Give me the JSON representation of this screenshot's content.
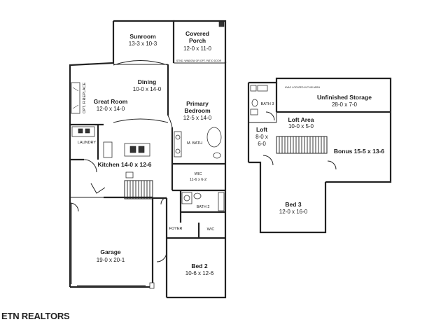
{
  "first_floor": {
    "sunroom": {
      "name": "Sunroom",
      "dims": "13-3 x 10-3"
    },
    "covered_porch": {
      "name": "Covered",
      "name2": "Porch",
      "dims": "12-0 x 11-0",
      "note": "STND. WINDOW OR OPT. PATIO DOOR"
    },
    "dining": {
      "name": "Dining",
      "dims": "10-0 x 14-0"
    },
    "great_room": {
      "name": "Great Room",
      "dims": "12-0 x 14-0",
      "fireplace": "OPT. FIREPLACE"
    },
    "primary_bedroom": {
      "name": "Primary",
      "name2": "Bedroom",
      "dims": "12-5 x 14-0"
    },
    "m_bath": {
      "name": "M. BATH"
    },
    "laundry": {
      "name": "LAUNDRY"
    },
    "kitchen": {
      "name": "Kitchen 14-0 x 12-6"
    },
    "wic_main": {
      "name": "WIC",
      "dims": "11-6 x 6-2"
    },
    "bath2": {
      "name": "BATH 2"
    },
    "foyer": {
      "name": "FOYER"
    },
    "wic_small": {
      "name": "WIC"
    },
    "garage": {
      "name": "Garage",
      "dims": "19-0 x 20-1"
    },
    "bed2": {
      "name": "Bed 2",
      "dims": "10-6 x 12-6"
    }
  },
  "second_floor": {
    "unfinished_storage": {
      "name": "Unfinished Storage",
      "dims": "28-0 x 7-0",
      "note": "HVAC LOCATED IN THIS AREA"
    },
    "bath3": {
      "name": "BATH 3"
    },
    "loft_area": {
      "name": "Loft Area",
      "dims": "10-0 x 5-0"
    },
    "loft": {
      "name": "Loft",
      "dims1": "8-0 x",
      "dims2": "6-0"
    },
    "bonus": {
      "name": "Bonus 15-5 x 13-6"
    },
    "bed3": {
      "name": "Bed 3",
      "dims": "12-0 x 16-0"
    }
  },
  "watermark": "ETN REALTORS"
}
